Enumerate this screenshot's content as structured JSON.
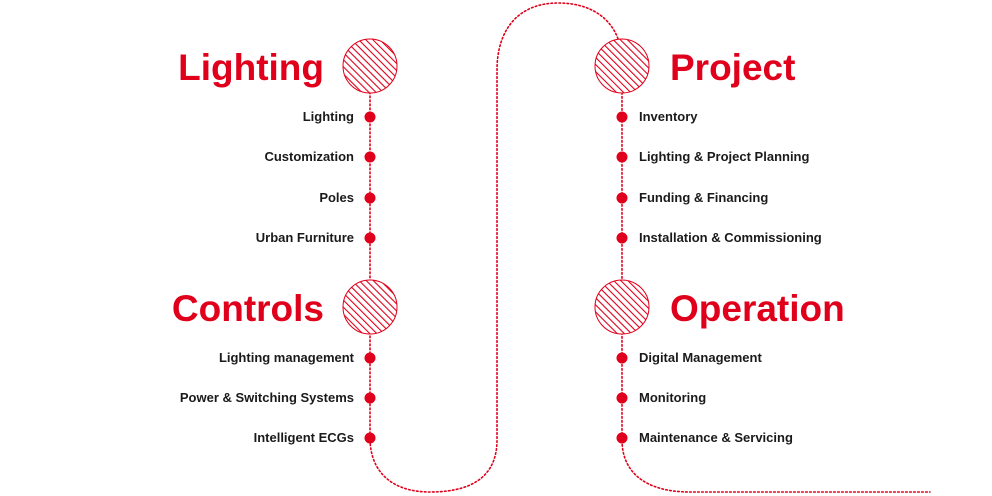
{
  "colors": {
    "accent": "#e0001b",
    "text": "#1a1a1a",
    "background": "#ffffff"
  },
  "sections": {
    "lighting": {
      "title": "Lighting",
      "items": [
        "Lighting",
        "Customization",
        "Poles",
        "Urban Furniture"
      ]
    },
    "controls": {
      "title": "Controls",
      "items": [
        "Lighting management",
        "Power & Switching Systems",
        "Intelligent ECGs"
      ]
    },
    "project": {
      "title": "Project",
      "items": [
        "Inventory",
        "Lighting & Project Planning",
        "Funding & Financing",
        "Installation & Commissioning"
      ]
    },
    "operation": {
      "title": "Operation",
      "items": [
        "Digital Management",
        "Monitoring",
        "Maintenance & Servicing"
      ]
    }
  }
}
